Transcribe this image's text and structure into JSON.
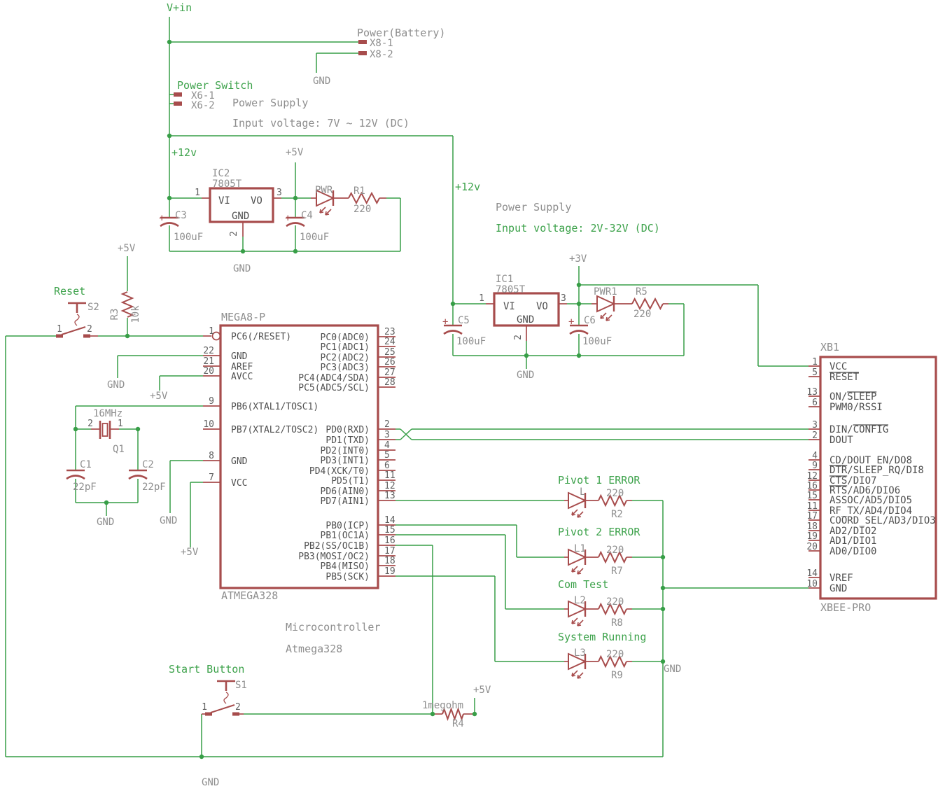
{
  "colors": {
    "wire_green": "#379e47",
    "label_green": "#3da24b",
    "component_red": "#a74c4c",
    "label_gray": "#8e8e8e",
    "text_dark": "#4f4f4f",
    "background": "#ffffff"
  },
  "power_battery": {
    "net_label": "V+in",
    "title": "Power(Battery)",
    "pin1": "X8-1",
    "pin2": "X8-2",
    "gnd": "GND"
  },
  "power_switch": {
    "title": "Power Switch",
    "pin1": "X6-1",
    "pin2": "X6-2"
  },
  "supply_left": {
    "title": "Power Supply",
    "input": "Input voltage: 7V ~ 12V (DC)",
    "rail_12v": "+12v",
    "rail_5v": "+5V",
    "gnd": "GND",
    "ic": {
      "name": "IC2",
      "part": "7805T",
      "vi": "VI",
      "vo": "VO",
      "gnd": "GND",
      "pin_in": "1",
      "pin_out": "3",
      "pin_gnd": "2"
    },
    "c_in": {
      "plus": "+",
      "name": "C3",
      "value": "100uF"
    },
    "c_out": {
      "plus": "+",
      "name": "C4",
      "value": "100uF"
    },
    "led": {
      "name": "PWR"
    },
    "r": {
      "name": "R1",
      "value": "220"
    }
  },
  "supply_right": {
    "title": "Power Supply",
    "input": "Input voltage: 2V-32V (DC)",
    "rail_12v": "+12v",
    "rail_3v": "+3V",
    "gnd": "GND",
    "ic": {
      "name": "IC1",
      "part": "7805T",
      "vi": "VI",
      "vo": "VO",
      "gnd": "GND",
      "pin_in": "1",
      "pin_out": "3",
      "pin_gnd": "2"
    },
    "c_in": {
      "plus": "+",
      "name": "C5",
      "value": "100uF"
    },
    "c_out": {
      "plus": "+",
      "name": "C6",
      "value": "100uF"
    },
    "led": {
      "name": "PWR1"
    },
    "r": {
      "name": "R5",
      "value": "220"
    }
  },
  "reset": {
    "title": "Reset",
    "switch_name": "S2",
    "pin1": "1",
    "pin2": "2",
    "r_name": "R3",
    "r_value": "10k",
    "rail": "+5V"
  },
  "mcu": {
    "title": "MEGA8-P",
    "part_label": "ATMEGA328",
    "caption1": "Microcontroller",
    "caption2": "Atmega328",
    "gnd22": "GND",
    "avcc_rail": "+5V",
    "gnd8": "GND",
    "vcc_rail": "+5V",
    "left_pins": [
      {
        "num": "1",
        "name": "PC6(/RESET)"
      },
      {
        "num": "22",
        "name": "GND"
      },
      {
        "num": "21",
        "name": "AREF"
      },
      {
        "num": "20",
        "name": "AVCC"
      },
      {
        "num": "9",
        "name": "PB6(XTAL1/TOSC1)"
      },
      {
        "num": "10",
        "name": "PB7(XTAL2/TOSC2)"
      },
      {
        "num": "8",
        "name": "GND"
      },
      {
        "num": "7",
        "name": "VCC"
      }
    ],
    "right_pins": [
      {
        "num": "23",
        "name": "PC0(ADC0)"
      },
      {
        "num": "24",
        "name": "PC1(ADC1)"
      },
      {
        "num": "25",
        "name": "PC2(ADC2)"
      },
      {
        "num": "26",
        "name": "PC3(ADC3)"
      },
      {
        "num": "27",
        "name": "PC4(ADC4/SDA)"
      },
      {
        "num": "28",
        "name": "PC5(ADC5/SCL)"
      },
      {
        "num": "2",
        "name": "PD0(RXD)"
      },
      {
        "num": "3",
        "name": "PD1(TXD)"
      },
      {
        "num": "4",
        "name": "PD2(INT0)"
      },
      {
        "num": "5",
        "name": "PD3(INT1)"
      },
      {
        "num": "6",
        "name": "PD4(XCK/T0)"
      },
      {
        "num": "11",
        "name": "PD5(T1)"
      },
      {
        "num": "12",
        "name": "PD6(AIN0)"
      },
      {
        "num": "13",
        "name": "PD7(AIN1)"
      },
      {
        "num": "14",
        "name": "PB0(ICP)"
      },
      {
        "num": "15",
        "name": "PB1(OC1A)"
      },
      {
        "num": "16",
        "name": "PB2(SS/OC1B)"
      },
      {
        "num": "17",
        "name": "PB3(MOSI/OC2)"
      },
      {
        "num": "18",
        "name": "PB4(MISO)"
      },
      {
        "num": "19",
        "name": "PB5(SCK)"
      }
    ]
  },
  "crystal": {
    "freq": "16MHz",
    "name": "Q1",
    "pin1": "1",
    "pin2": "2",
    "c1_name": "C1",
    "c1_value": "22pF",
    "c2_name": "C2",
    "c2_value": "22pF",
    "gnd": "GND"
  },
  "start": {
    "title": "Start Button",
    "switch_name": "S1",
    "pin1": "1",
    "pin2": "2",
    "r_value": "1megohm",
    "r_name": "R4",
    "rail": "+5V",
    "gnd": "GND"
  },
  "leds": [
    {
      "title": "Pivot 1 ERROR",
      "name": "L",
      "r_value": "220",
      "r_name": "R2"
    },
    {
      "title": "Pivot 2 ERROR",
      "name": "L1",
      "r_value": "220",
      "r_name": "R7"
    },
    {
      "title": "Com Test",
      "name": "L2",
      "r_value": "220",
      "r_name": "R8"
    },
    {
      "title": "System Running",
      "name": "L3",
      "r_value": "220",
      "r_name": "R9"
    }
  ],
  "led_gnd": "GND",
  "xbee": {
    "name": "XB1",
    "part": "XBEE-PRO",
    "pins": [
      {
        "num": "1",
        "name": "VCC"
      },
      {
        "num": "5",
        "name": "RESET"
      },
      {
        "num": "13",
        "name": "ON/SLEEP"
      },
      {
        "num": "6",
        "name": "PWM0/RSSI"
      },
      {
        "num": "3",
        "name": "DIN/CONFIG"
      },
      {
        "num": "2",
        "name": "DOUT"
      },
      {
        "num": "4",
        "name": "CD/DOUT_EN/DO8"
      },
      {
        "num": "9",
        "name": "DTR/SLEEP_RQ/DI8"
      },
      {
        "num": "12",
        "name": "CTS/DIO7"
      },
      {
        "num": "16",
        "name": "RTS/AD6/DIO6"
      },
      {
        "num": "15",
        "name": "ASSOC/AD5/DIO5"
      },
      {
        "num": "11",
        "name": "RF_TX/AD4/DIO4"
      },
      {
        "num": "17",
        "name": "COORD_SEL/AD3/DIO3"
      },
      {
        "num": "18",
        "name": "AD2/DIO2"
      },
      {
        "num": "19",
        "name": "AD1/DIO1"
      },
      {
        "num": "20",
        "name": "AD0/DIO0"
      },
      {
        "num": "14",
        "name": "VREF"
      },
      {
        "num": "10",
        "name": "GND"
      }
    ]
  }
}
